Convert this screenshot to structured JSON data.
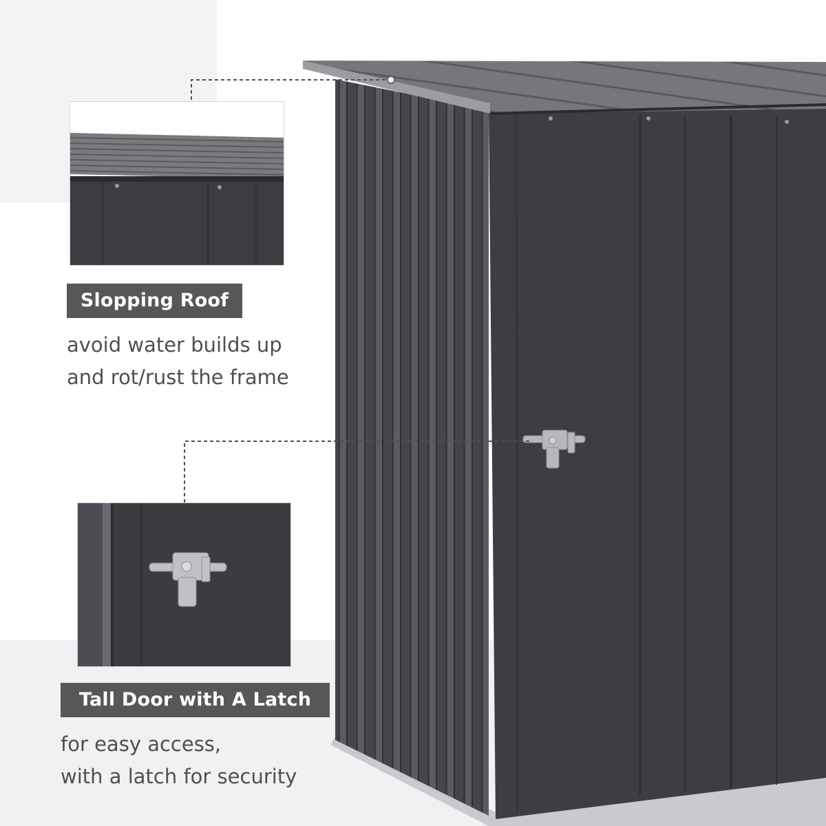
{
  "features": [
    {
      "id": "roof",
      "title": "Slopping Roof",
      "description_lines": [
        "avoid water builds up",
        "and rot/rust the frame"
      ]
    },
    {
      "id": "latch",
      "title": "Tall Door with A Latch",
      "description_lines": [
        "for easy access,",
        "with a latch for security"
      ]
    }
  ],
  "colors": {
    "shed_body": "#3d3e42",
    "shed_side": "#4a4b50",
    "roof": "#6e6f73",
    "trim": "#b8b9bd",
    "tag_bg": "#575757",
    "text": "#4f4f4f"
  }
}
